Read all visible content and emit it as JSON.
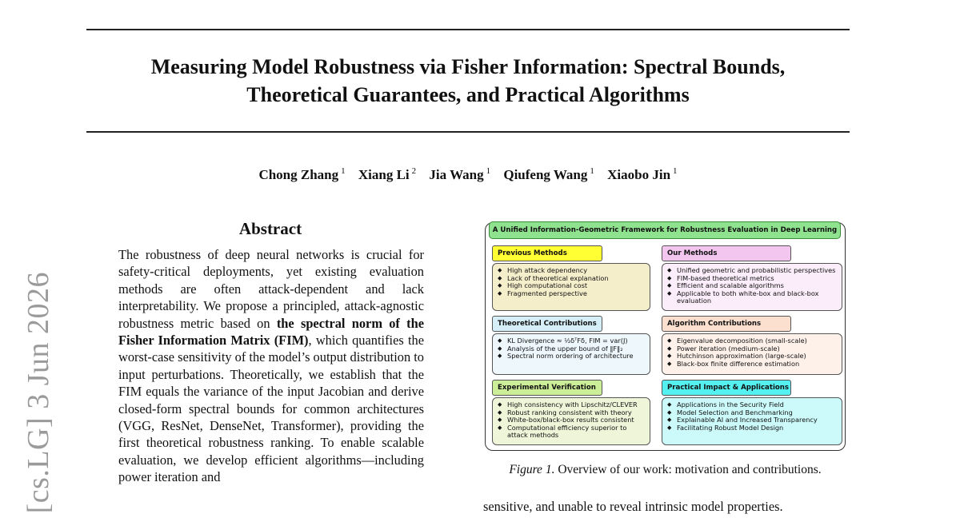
{
  "title": {
    "line1": "Measuring Model Robustness via Fisher Information: Spectral Bounds,",
    "line2": "Theoretical Guarantees, and Practical Algorithms"
  },
  "authors": [
    {
      "name": "Chong Zhang",
      "aff": "1"
    },
    {
      "name": "Xiang Li",
      "aff": "2"
    },
    {
      "name": "Jia Wang",
      "aff": "1"
    },
    {
      "name": "Qiufeng Wang",
      "aff": "1"
    },
    {
      "name": "Xiaobo Jin",
      "aff": "1"
    }
  ],
  "arxiv_stamp": "[cs.LG]  3 Jun 2026",
  "abstract": {
    "heading": "Abstract",
    "text_before": "The robustness of deep neural networks is crucial for safety-critical deployments, yet existing evaluation methods are often attack-dependent and lack interpretability. We propose a principled, attack-agnostic robustness metric based on ",
    "bold": "the spectral norm of the Fisher Information Matrix (FIM)",
    "text_after": ", which quantifies the worst-case sensitivity of the model’s output distribution to input perturbations. Theoretically, we establish that the FIM equals the variance of the input Jacobian and derive closed-form spectral bounds for common architectures (VGG, ResNet, DenseNet, Transformer), providing the first theoretical robustness ranking. To enable scalable evaluation, we develop efficient algorithms—including power iteration and"
  },
  "figure": {
    "header": "A Unified Information-Geometric Framework for Robustness Evaluation in Deep Learning",
    "colors": {
      "header": "#8fe38f",
      "previous_tag": "#ffff33",
      "previous_panel": "#f5eecb",
      "our_tag": "#f2c6ee",
      "our_panel": "#fbeefa",
      "theory_tag": "#d6eef8",
      "theory_panel": "#eef8fc",
      "algo_tag": "#fbe0d0",
      "algo_panel": "#fdf1ea",
      "exp_tag": "#ccee99",
      "exp_panel": "#eef5d8",
      "impact_tag": "#55f0f0",
      "impact_panel": "#ccfafa"
    },
    "previous": {
      "tag": "Previous Methods",
      "items": [
        "High attack dependency",
        "Lack of theoretical explanation",
        "High computational cost",
        "Fragmented perspective"
      ]
    },
    "our": {
      "tag": "Our  Methods",
      "items": [
        "Unified geometric and probabilistic perspectives",
        "FIM-based theoretical metrics",
        "Efficient and scalable algorithms",
        "Applicable to both white-box and black-box evaluation"
      ]
    },
    "theory": {
      "tag": "Theoretical Contributions",
      "items": [
        "KL Divergence ≈ ½δᵀFδ, FIM = var(J)",
        "Analysis of the upper bound of ‖F‖₂",
        "Spectral norm ordering of architecture"
      ]
    },
    "algo": {
      "tag": "Algorithm Contributions",
      "items": [
        "Eigenvalue decomposition (small-scale)",
        "Power iteration (medium-scale)",
        "Hutchinson approximation (large-scale)",
        "Black-box finite difference estimation"
      ]
    },
    "exp": {
      "tag": "Experimental Verification",
      "items": [
        "High consistency with Lipschitz/CLEVER",
        "Robust ranking consistent with theory",
        "White-box/black-box results consistent",
        "Computational efficiency superior to attack methods"
      ]
    },
    "impact": {
      "tag": "Practical Impact & Applications",
      "items": [
        "Applications in the Security Field",
        "Model Selection and Benchmarking",
        "Explainable AI and Increased Transparency",
        "Facilitating Robust Model Design"
      ]
    }
  },
  "caption": {
    "label": "Figure 1.",
    "text": " Overview of our work: motivation and contributions."
  },
  "right_column_text": "sensitive, and unable to reveal intrinsic model properties."
}
